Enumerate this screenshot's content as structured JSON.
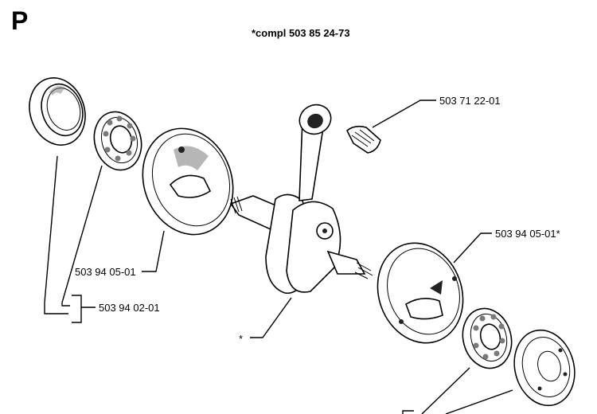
{
  "page": {
    "section_letter": "P",
    "assembly_note": "*compl 503 85 24-73"
  },
  "labels": {
    "needle_bearing": "503 71 22-01",
    "flywheel_half_left": "503 94 05-01",
    "bearings_left": "503 94 02-01",
    "flywheel_half_right": "503 94 05-01*",
    "crankshaft_marker": "*"
  }
}
